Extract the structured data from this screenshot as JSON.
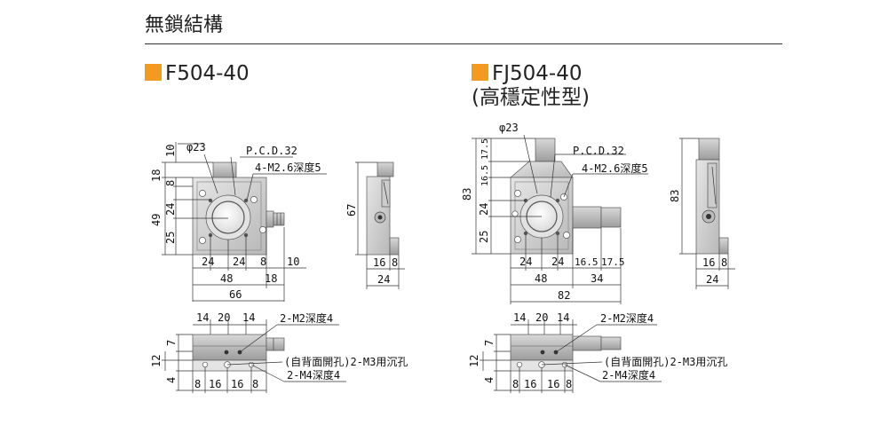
{
  "title": "無鎖結構",
  "left": {
    "model": "F504-40",
    "front": {
      "phi": "φ23",
      "pcd": "P.C.D.32",
      "tap": "4-M2.6深度5",
      "v": [
        "10",
        "18",
        "8",
        "24",
        "49",
        "25"
      ],
      "h": [
        "24",
        "24",
        "8",
        "10",
        "48",
        "18",
        "66"
      ]
    },
    "side": {
      "v": "67",
      "h": [
        "16",
        "8",
        "24"
      ]
    },
    "bottom": {
      "top": [
        "14",
        "20",
        "14"
      ],
      "v": [
        "7",
        "12",
        "4"
      ],
      "h": [
        "8",
        "16",
        "16",
        "8"
      ],
      "l1": "2-M2深度4",
      "l2": "(自背面開孔)2-M3用沉孔",
      "l3": "2-M4深度4"
    }
  },
  "right": {
    "model": "FJ504-40",
    "model2": "(高穩定性型)",
    "front": {
      "phi": "φ23",
      "pcd": "P.C.D.32",
      "tap": "4-M2.6深度5",
      "v": [
        "83",
        "17.5",
        "16.5",
        "24",
        "25"
      ],
      "h": [
        "24",
        "24",
        "16.5",
        "17.5",
        "48",
        "34",
        "82"
      ]
    },
    "side": {
      "v": "83",
      "h": [
        "16",
        "8",
        "24"
      ]
    },
    "bottom": {
      "top": [
        "14",
        "20",
        "14"
      ],
      "v": [
        "7",
        "12",
        "4"
      ],
      "h": [
        "8",
        "16",
        "16",
        "8"
      ],
      "l1": "2-M2深度4",
      "l2": "(自背面開孔)2-M3用沉孔",
      "l3": "2-M4深度4"
    }
  },
  "colors": {
    "accent": "#f39a20"
  }
}
